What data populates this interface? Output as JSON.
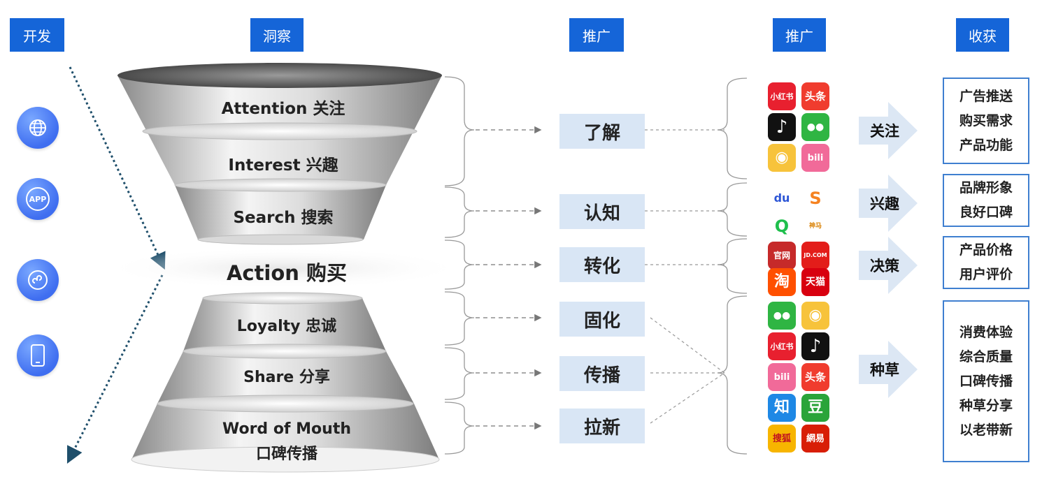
{
  "headers": {
    "dev": "开发",
    "insight": "洞察",
    "promo1": "推广",
    "promo2": "推广",
    "harvest": "收获"
  },
  "left_icons": [
    {
      "name": "globe-icon",
      "label": ""
    },
    {
      "name": "app-icon",
      "label": "APP"
    },
    {
      "name": "mini-program-icon",
      "label": ""
    },
    {
      "name": "mobile-phone-icon",
      "label": ""
    }
  ],
  "funnel": {
    "attention": "Attention 关注",
    "interest": "Interest 兴趣",
    "search": "Search 搜索",
    "action": "Action 购买",
    "loyalty": "Loyalty 忠诚",
    "share": "Share 分享",
    "wom_line1": "Word of Mouth",
    "wom_line2": "口碑传播"
  },
  "stages": [
    "了解",
    "认知",
    "转化",
    "固化",
    "传播",
    "拉新"
  ],
  "apps": [
    {
      "name": "xiaohongshu-icon",
      "text": "小红书",
      "bg": "#e8202f",
      "fs": 11
    },
    {
      "name": "toutiao-icon",
      "text": "头条",
      "bg": "#f03c2e",
      "fs": 15
    },
    {
      "name": "douyin-icon",
      "text": "♪",
      "bg": "#111111",
      "fs": 26
    },
    {
      "name": "wechat-icon",
      "text": "●●",
      "bg": "#2fb543",
      "fs": 14
    },
    {
      "name": "weibo-icon",
      "text": "◉",
      "bg": "#f7c33b",
      "fs": 22
    },
    {
      "name": "bilibili-icon",
      "text": "bili",
      "bg": "#f16a99",
      "fs": 13
    },
    {
      "name": "baidu-icon",
      "text": "du",
      "bg": "#ffffff",
      "fs": 16,
      "color": "#2d56d6"
    },
    {
      "name": "sogou-icon",
      "text": "S",
      "bg": "#ffffff",
      "fs": 24,
      "color": "#f58220"
    },
    {
      "name": "360-icon",
      "text": "Q",
      "bg": "#ffffff",
      "fs": 24,
      "color": "#1fbf4c"
    },
    {
      "name": "shenma-icon",
      "text": "神马",
      "bg": "#ffffff",
      "fs": 9,
      "color": "#d97f00"
    },
    {
      "name": "official-site-icon",
      "text": "官网",
      "bg": "#c62a2a",
      "fs": 12
    },
    {
      "name": "jd-icon",
      "text": "JD.COM",
      "bg": "#e31d1a",
      "fs": 8
    },
    {
      "name": "taobao-icon",
      "text": "淘",
      "bg": "#ff5000",
      "fs": 22
    },
    {
      "name": "tmall-icon",
      "text": "天猫",
      "bg": "#d8000f",
      "fs": 14
    },
    {
      "name": "wechat-icon",
      "text": "●●",
      "bg": "#2fb543",
      "fs": 14
    },
    {
      "name": "weibo-icon",
      "text": "◉",
      "bg": "#f7c33b",
      "fs": 22
    },
    {
      "name": "xiaohongshu-icon",
      "text": "小红书",
      "bg": "#e8202f",
      "fs": 11
    },
    {
      "name": "douyin-icon",
      "text": "♪",
      "bg": "#111111",
      "fs": 26
    },
    {
      "name": "bilibili-icon",
      "text": "bili",
      "bg": "#f16a99",
      "fs": 13
    },
    {
      "name": "toutiao-icon",
      "text": "头条",
      "bg": "#f03c2e",
      "fs": 15
    },
    {
      "name": "zhihu-icon",
      "text": "知",
      "bg": "#1e88e5",
      "fs": 22
    },
    {
      "name": "douban-icon",
      "text": "豆",
      "bg": "#2aa43a",
      "fs": 22
    },
    {
      "name": "sohu-icon",
      "text": "搜狐",
      "bg": "#f7b500",
      "fs": 13,
      "color": "#c1121f"
    },
    {
      "name": "netease-icon",
      "text": "網易",
      "bg": "#d81e06",
      "fs": 13
    }
  ],
  "chevrons": [
    "关注",
    "兴趣",
    "决策",
    "种草"
  ],
  "results": [
    [
      "广告推送",
      "购买需求",
      "产品功能"
    ],
    [
      "品牌形象",
      "良好口碑"
    ],
    [
      "产品价格",
      "用户评价"
    ],
    [
      "消费体验",
      "综合质量",
      "口碑传播",
      "种草分享",
      "以老带新"
    ]
  ]
}
